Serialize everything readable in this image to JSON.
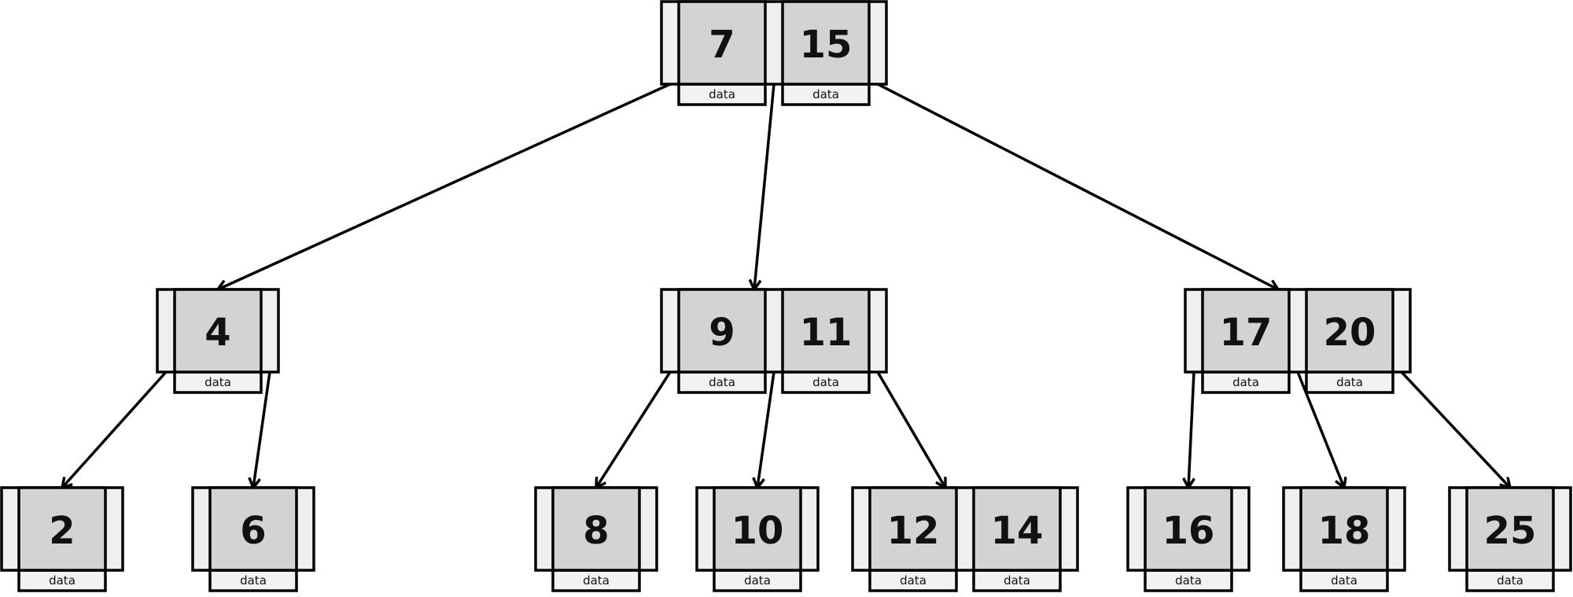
{
  "data_label": "data",
  "nodes": [
    {
      "id": "root",
      "keys": [
        "7",
        "15"
      ]
    },
    {
      "id": "l1-a",
      "keys": [
        "4"
      ]
    },
    {
      "id": "l1-b",
      "keys": [
        "9",
        "11"
      ]
    },
    {
      "id": "l1-c",
      "keys": [
        "17",
        "20"
      ]
    },
    {
      "id": "leaf-2",
      "keys": [
        "2"
      ]
    },
    {
      "id": "leaf-6",
      "keys": [
        "6"
      ]
    },
    {
      "id": "leaf-8",
      "keys": [
        "8"
      ]
    },
    {
      "id": "leaf-10",
      "keys": [
        "10"
      ]
    },
    {
      "id": "leaf-12-14",
      "keys": [
        "12",
        "14"
      ]
    },
    {
      "id": "leaf-16",
      "keys": [
        "16"
      ]
    },
    {
      "id": "leaf-18",
      "keys": [
        "18"
      ]
    },
    {
      "id": "leaf-25",
      "keys": [
        "25"
      ]
    }
  ],
  "edges": [
    {
      "from": "root",
      "to": "l1-a"
    },
    {
      "from": "root",
      "to": "l1-b"
    },
    {
      "from": "root",
      "to": "l1-c"
    },
    {
      "from": "l1-a",
      "to": "leaf-2"
    },
    {
      "from": "l1-a",
      "to": "leaf-6"
    },
    {
      "from": "l1-b",
      "to": "leaf-8"
    },
    {
      "from": "l1-b",
      "to": "leaf-10"
    },
    {
      "from": "l1-b",
      "to": "leaf-12-14"
    },
    {
      "from": "l1-c",
      "to": "leaf-16"
    },
    {
      "from": "l1-c",
      "to": "leaf-18"
    },
    {
      "from": "l1-c",
      "to": "leaf-25"
    }
  ],
  "colors": {
    "key_fill": "#d3d3d3",
    "pointer_fill": "#efefef",
    "data_fill": "#f2f2f2",
    "stroke": "#000000"
  }
}
